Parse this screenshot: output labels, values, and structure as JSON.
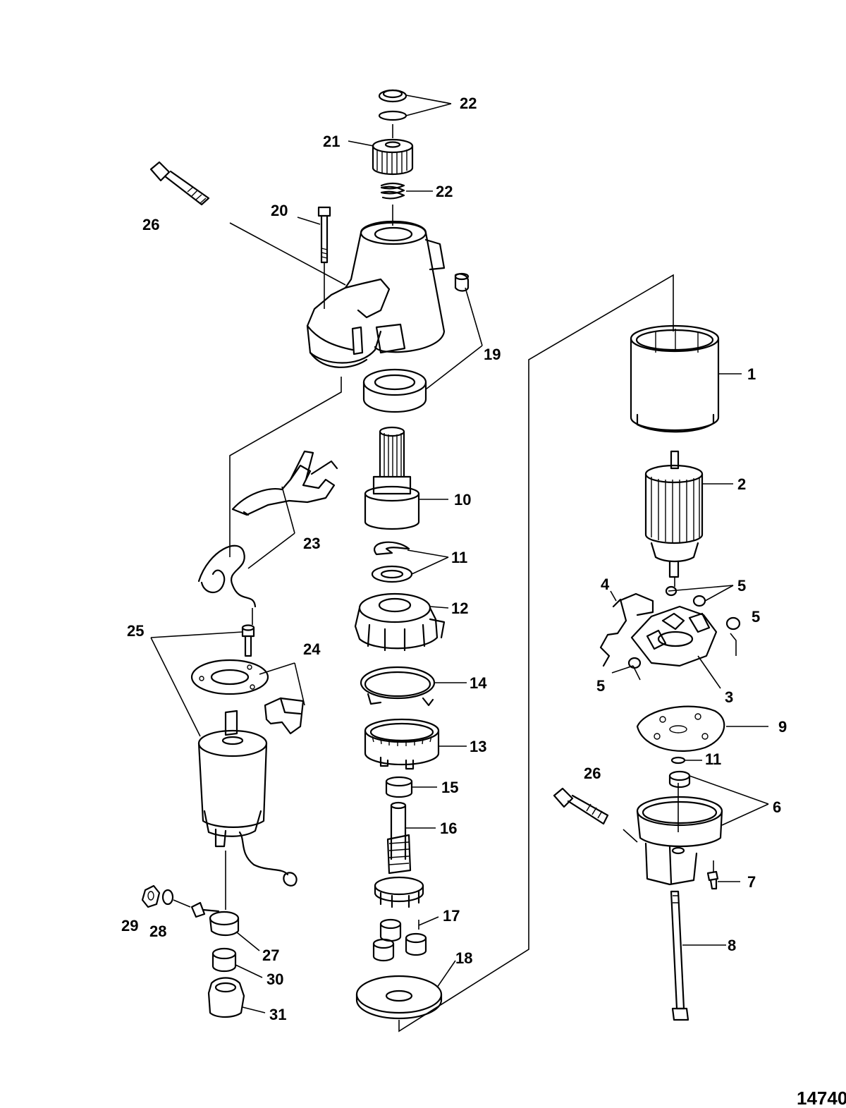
{
  "figure_number": "14740",
  "callouts": {
    "c1": "1",
    "c2": "2",
    "c3": "3",
    "c4": "4",
    "c5a": "5",
    "c5b": "5",
    "c5c": "5",
    "c6": "6",
    "c7": "7",
    "c8": "8",
    "c9": "9",
    "c10": "10",
    "c11a": "11",
    "c11b": "11",
    "c12": "12",
    "c13": "13",
    "c14": "14",
    "c15": "15",
    "c16": "16",
    "c17": "17",
    "c18": "18",
    "c19": "19",
    "c20": "20",
    "c21": "21",
    "c22a": "22",
    "c22b": "22",
    "c23": "23",
    "c24": "24",
    "c25": "25",
    "c26a": "26",
    "c26b": "26",
    "c27": "27",
    "c28": "28",
    "c29": "29",
    "c30": "30",
    "c31": "31"
  }
}
